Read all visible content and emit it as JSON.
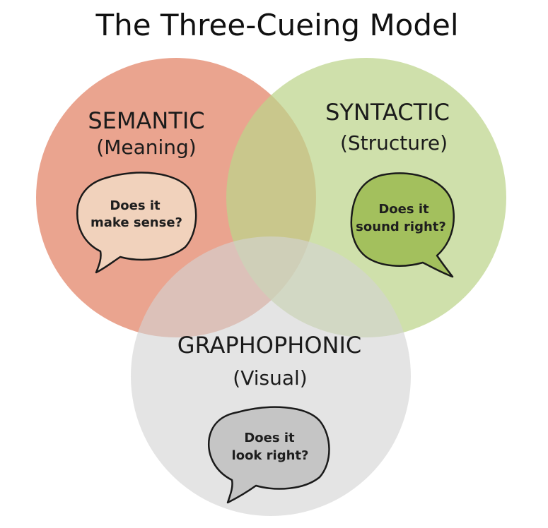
{
  "title": "The Three-Cueing Model",
  "colors": {
    "semantic_circle": "#e3866a",
    "syntactic_circle": "#bcd48a",
    "graphophonic_circle": "#d3d3d3",
    "semantic_bubble": "#f1d2bc",
    "syntactic_bubble": "#a3c05d",
    "graphophonic_bubble": "#c5c5c5"
  },
  "cues": [
    {
      "heading": "SEMANTIC",
      "subheading": "(Meaning)",
      "bubble_lines": [
        "Does it",
        "make sense?"
      ]
    },
    {
      "heading": "SYNTACTIC",
      "subheading": "(Structure)",
      "bubble_lines": [
        "Does it",
        "sound right?"
      ]
    },
    {
      "heading": "GRAPHOPHONIC",
      "subheading": "(Visual)",
      "bubble_lines": [
        "Does it",
        "look right?"
      ]
    }
  ],
  "icons": [
    "speech-bubble-icon"
  ]
}
